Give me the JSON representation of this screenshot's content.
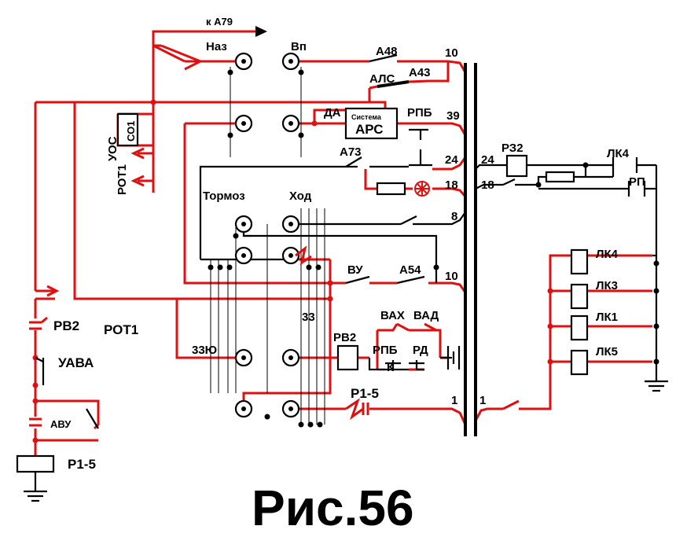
{
  "labels": {
    "to_a79": "к А79",
    "naz": "Наз",
    "vp": "Вп",
    "a48": "А48",
    "w10a": "10",
    "als": "АЛС",
    "a43": "А43",
    "da": "ДА",
    "sys1": "Система",
    "sys2": "АРС",
    "rpb": "РПБ",
    "w39": "39",
    "uos": "УОС",
    "so1": "СО1",
    "rot1_v": "РОТ1",
    "a73": "А73",
    "w24a": "24",
    "w18a": "18",
    "w24b": "24",
    "w18b": "18",
    "rz2": "РЗ2",
    "lk4_top": "ЛК4",
    "rp": "РП",
    "tormoz": "Тормоз",
    "hod": "Ход",
    "w8": "8",
    "vu": "ВУ",
    "a54": "А54",
    "w10b": "10",
    "lk4": "ЛК4",
    "lk3": "ЛК3",
    "lk1": "ЛК1",
    "lk5": "ЛК5",
    "rv2_left": "РВ2",
    "rot1": "РОТ1",
    "uava": "УАВА",
    "w33": "33",
    "vah": "ВАХ",
    "vad": "ВАД",
    "rv2": "РВ2",
    "rpb2": "РПБ",
    "rd": "РД",
    "k": "К",
    "w33yu": "33Ю",
    "p15_mid": "Р1-5",
    "w1a": "1",
    "w1b": "1",
    "avu": "АВУ",
    "p15_left": "Р1-5"
  },
  "caption": "Рис.56",
  "colors": {
    "wire_red": "#e01010",
    "wire_black": "#000000"
  }
}
